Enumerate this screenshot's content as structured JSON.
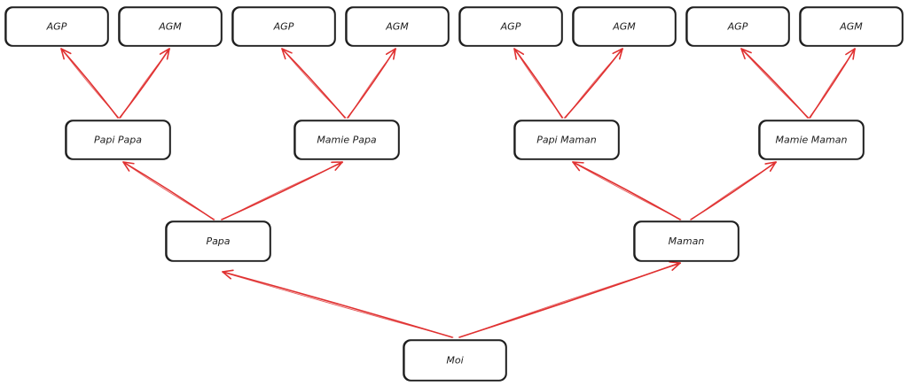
{
  "diagram": {
    "nodes": [
      {
        "id": "agp1",
        "label": "AGP"
      },
      {
        "id": "agm1",
        "label": "AGM"
      },
      {
        "id": "agp2",
        "label": "AGP"
      },
      {
        "id": "agm2",
        "label": "AGM"
      },
      {
        "id": "agp3",
        "label": "AGP"
      },
      {
        "id": "agm3",
        "label": "AGM"
      },
      {
        "id": "agp4",
        "label": "AGP"
      },
      {
        "id": "agm4",
        "label": "AGM"
      },
      {
        "id": "papi_papa",
        "label": "Papi Papa"
      },
      {
        "id": "mamie_papa",
        "label": "Mamie Papa"
      },
      {
        "id": "papi_maman",
        "label": "Papi Maman"
      },
      {
        "id": "mamie_maman",
        "label": "Mamie Maman"
      },
      {
        "id": "papa",
        "label": "Papa"
      },
      {
        "id": "maman",
        "label": "Maman"
      },
      {
        "id": "moi",
        "label": "Moi"
      }
    ],
    "edges": [
      {
        "from": "moi",
        "to": "papa"
      },
      {
        "from": "moi",
        "to": "maman"
      },
      {
        "from": "papa",
        "to": "papi_papa"
      },
      {
        "from": "papa",
        "to": "mamie_papa"
      },
      {
        "from": "maman",
        "to": "papi_maman"
      },
      {
        "from": "maman",
        "to": "mamie_maman"
      },
      {
        "from": "papi_papa",
        "to": "agp1"
      },
      {
        "from": "papi_papa",
        "to": "agm1"
      },
      {
        "from": "mamie_papa",
        "to": "agp2"
      },
      {
        "from": "mamie_papa",
        "to": "agm2"
      },
      {
        "from": "papi_maman",
        "to": "agp3"
      },
      {
        "from": "papi_maman",
        "to": "agm3"
      },
      {
        "from": "mamie_maman",
        "to": "agp4"
      },
      {
        "from": "mamie_maman",
        "to": "agm4"
      }
    ],
    "colors": {
      "edge": "#e03131",
      "node_stroke": "#1e1e1e",
      "node_fill": "#ffffff",
      "background": "#ffffff"
    }
  }
}
